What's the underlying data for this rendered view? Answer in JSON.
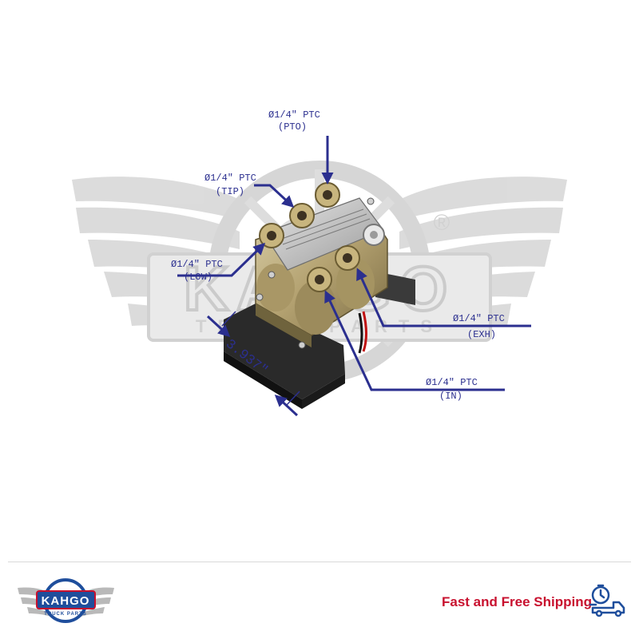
{
  "watermark": {
    "brand": "KAHGO",
    "sub": "TRUCK PARTS",
    "registered": "®"
  },
  "callouts": [
    {
      "id": "pto",
      "size": "Ø1/4\" PTC",
      "port": "(PTO)"
    },
    {
      "id": "tip",
      "size": "Ø1/4\" PTC",
      "port": "(TIP)"
    },
    {
      "id": "low",
      "size": "Ø1/4\" PTC",
      "port": "(LOW)"
    },
    {
      "id": "exh",
      "size": "Ø1/4\" PTC",
      "port": "(EXH)"
    },
    {
      "id": "in",
      "size": "Ø1/4\" PTC",
      "port": "(IN)"
    }
  ],
  "dimension": "3.937\"",
  "footer": {
    "logo_brand": "KAHGO",
    "logo_sub": "TRUCK PARTS",
    "shipping": "Fast and Free Shipping",
    "shipping_color": "#c8102e",
    "icon_color": "#1f4e9c"
  },
  "colors": {
    "arrow": "#2b2f8f",
    "watermark": "#d6d6d6"
  }
}
